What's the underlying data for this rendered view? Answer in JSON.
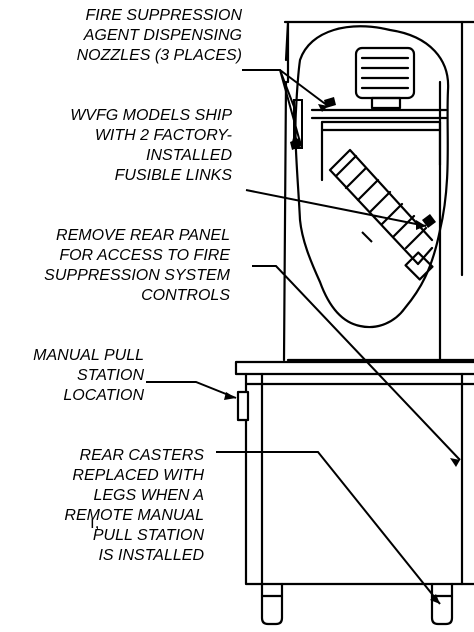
{
  "callouts": {
    "nozzles": [
      "FIRE SUPPRESSION",
      "AGENT DISPENSING",
      "NOZZLES (3 PLACES)"
    ],
    "fusible_links": [
      "WVFG MODELS SHIP",
      "WITH 2 FACTORY-",
      "INSTALLED",
      "FUSIBLE LINKS"
    ],
    "rear_panel": [
      "REMOVE REAR PANEL",
      "FOR ACCESS TO FIRE",
      "SUPPRESSION SYSTEM",
      "CONTROLS"
    ],
    "manual_pull": [
      "MANUAL PULL",
      "STATION",
      "LOCATION"
    ],
    "rear_casters": [
      "REAR CASTERS",
      "REPLACED WITH",
      "LEGS WHEN A",
      "REMOTE MANUAL",
      "PULL STATION",
      "IS INSTALLED"
    ]
  },
  "fragment": "ı,"
}
